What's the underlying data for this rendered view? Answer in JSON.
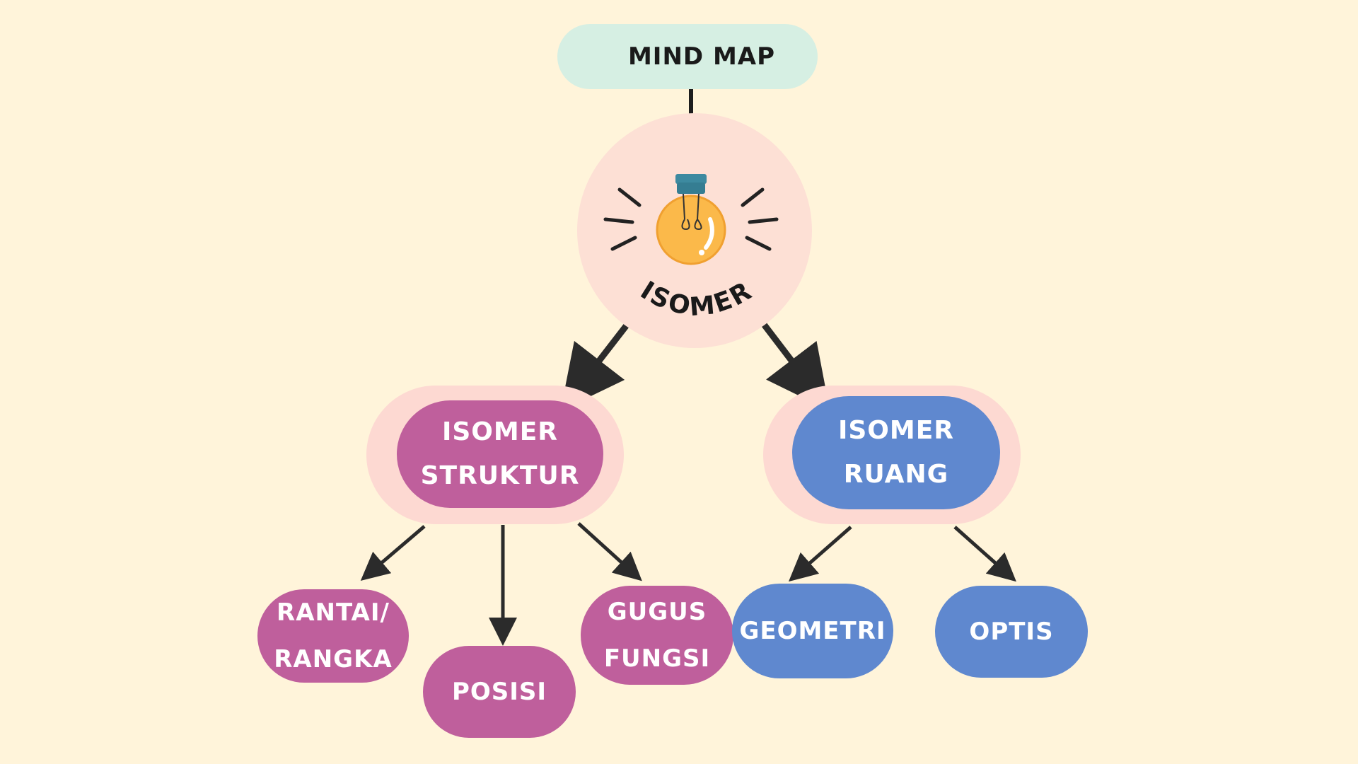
{
  "title": "MIND MAP",
  "center": {
    "label": "ISOMER",
    "icon": "light-bulb-icon"
  },
  "branches": [
    {
      "label_lines": [
        "ISOMER",
        "STRUKTUR"
      ],
      "color": "#bf5f9c",
      "children": [
        {
          "label_lines": [
            "RANTAI/",
            "RANGKA"
          ]
        },
        {
          "label_lines": [
            "POSISI"
          ]
        },
        {
          "label_lines": [
            "GUGUS",
            "FUNGSI"
          ]
        }
      ]
    },
    {
      "label_lines": [
        "ISOMER",
        "RUANG"
      ],
      "color": "#5f88cf",
      "children": [
        {
          "label_lines": [
            "GEOMETRI"
          ]
        },
        {
          "label_lines": [
            "OPTIS"
          ]
        }
      ]
    }
  ],
  "colors": {
    "background": "#fff4da",
    "title_pill": "#d6efe3",
    "hub": "#fde0d5",
    "halo": "#fdd9d2",
    "bulb": "#fbb94a",
    "socket": "#3d8aa0",
    "arrow": "#2b2b2b"
  }
}
